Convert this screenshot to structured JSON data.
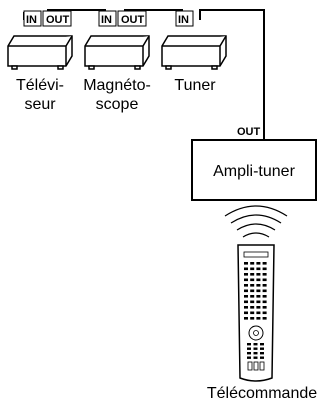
{
  "devices": {
    "tv": {
      "label_line1": "Télévi-",
      "label_line2": "seur",
      "in": "IN",
      "out": "OUT"
    },
    "vcr": {
      "label_line1": "Magnéto-",
      "label_line2": "scope",
      "in": "IN",
      "out": "OUT"
    },
    "tuner": {
      "label": "Tuner",
      "in": "IN"
    }
  },
  "receiver": {
    "label": "Ampli-tuner",
    "out": "OUT"
  },
  "remote": {
    "label": "Télécommande"
  }
}
